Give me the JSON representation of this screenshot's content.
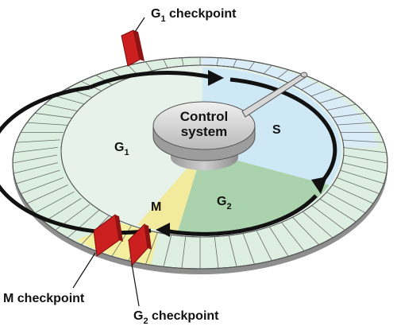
{
  "title": "",
  "phases": {
    "g1": "G",
    "g1_sub": "1",
    "s": "S",
    "g2": "G",
    "g2_sub": "2",
    "m": "M"
  },
  "control": {
    "line1": "Control",
    "line2": "system"
  },
  "checkpoints": {
    "g1": {
      "prefix": "G",
      "sub": "1",
      "text": " checkpoint"
    },
    "m": {
      "text": "M checkpoint"
    },
    "g2": {
      "prefix": "G",
      "sub": "2",
      "text": " checkpoint"
    }
  },
  "colors": {
    "g1_fill": "#e7f3ea",
    "s_fill": "#cfe8f5",
    "g2_fill": "#a9d2ad",
    "m_fill": "#f2ea9c",
    "ring_green": "#dcefe1",
    "ring_blue": "#d9ecf8",
    "ring_yellow": "#f4ef9e",
    "checkpoint_red": "#cc1f1f",
    "arrow": "#111111"
  }
}
